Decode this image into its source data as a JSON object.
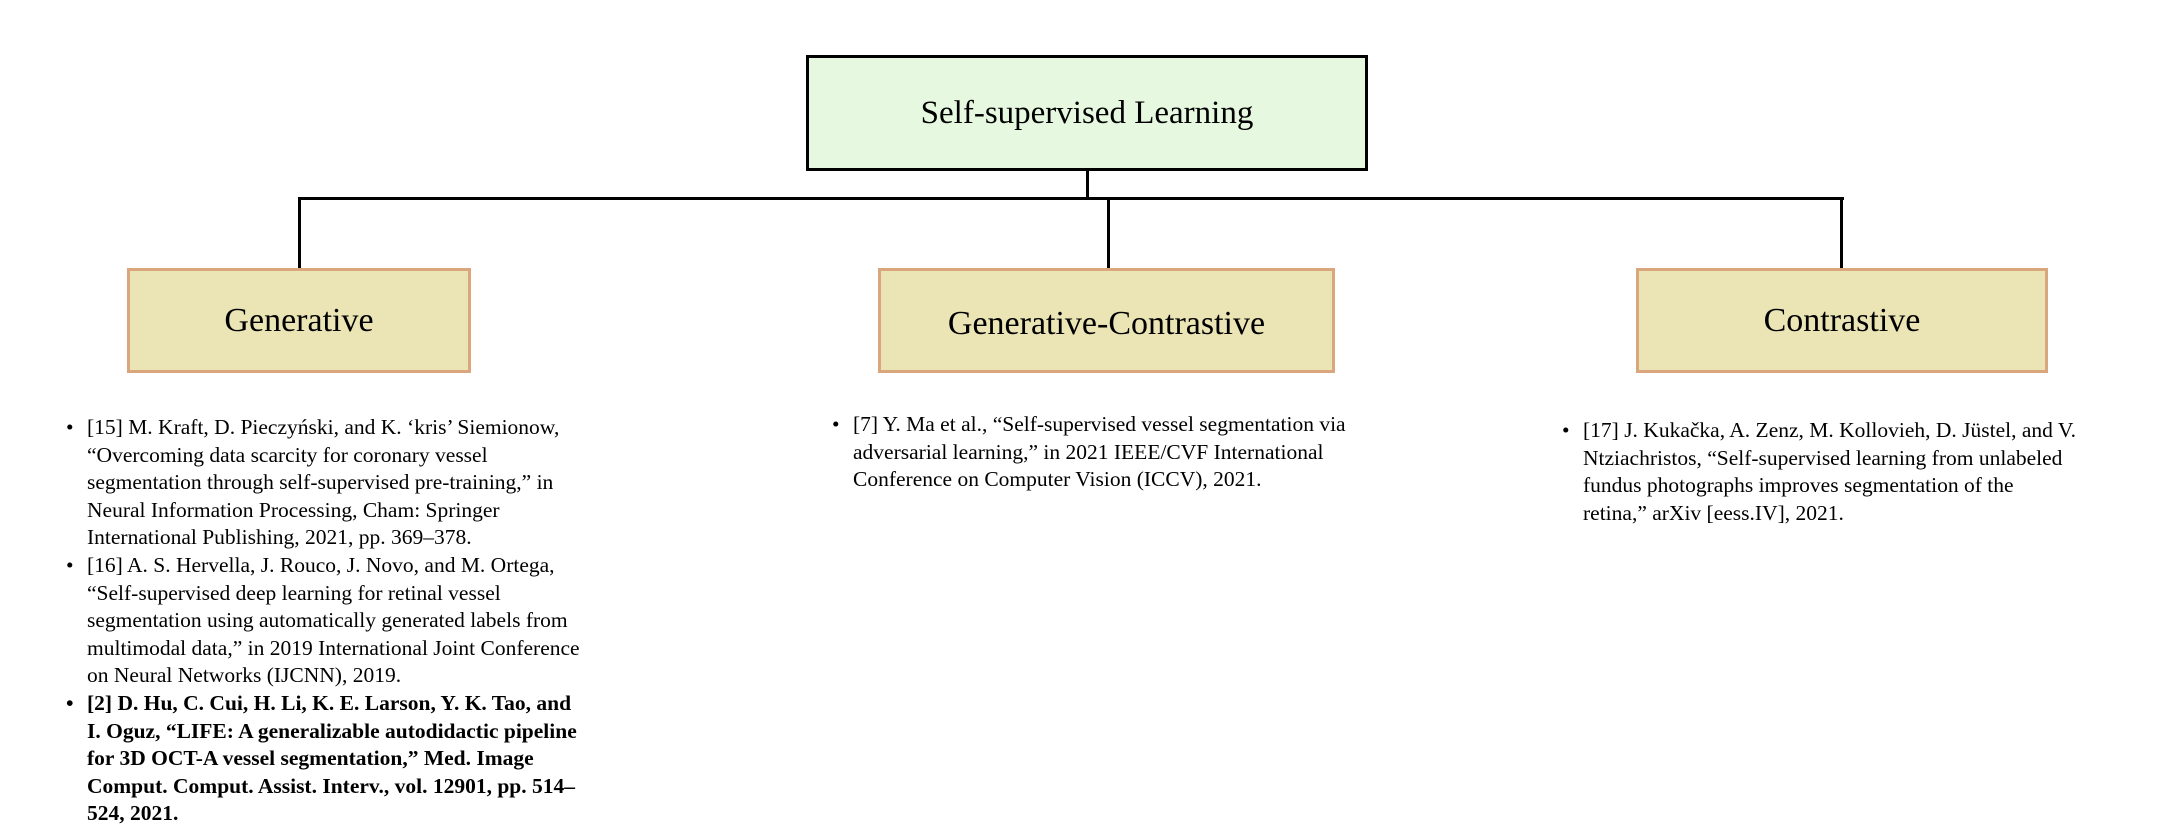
{
  "root": {
    "label": "Self-supervised Learning"
  },
  "categories": [
    {
      "label": "Generative",
      "references": [
        {
          "bold": false,
          "lines": [
            "[15] M. Kraft, D. Pieczyński, and K. ‘kris’ Siemionow,",
            "“Overcoming data scarcity for coronary vessel",
            "segmentation through self-supervised pre-training,” in",
            "Neural Information Processing, Cham: Springer",
            "International Publishing, 2021, pp. 369–378."
          ]
        },
        {
          "bold": false,
          "lines": [
            "[16] A. S. Hervella, J. Rouco, J. Novo, and M. Ortega,",
            "“Self-supervised deep learning for retinal vessel",
            "segmentation using automatically generated labels from",
            "multimodal data,” in 2019 International Joint Conference",
            "on Neural Networks (IJCNN), 2019."
          ]
        },
        {
          "bold": true,
          "lines": [
            "[2] D. Hu, C. Cui, H. Li, K. E. Larson, Y. K. Tao, and",
            "I. Oguz, “LIFE: A generalizable autodidactic pipeline",
            "for 3D OCT-A vessel segmentation,” Med. Image",
            "Comput. Comput. Assist. Interv., vol. 12901, pp. 514–",
            "524, 2021."
          ]
        }
      ]
    },
    {
      "label": "Generative-Contrastive",
      "references": [
        {
          "bold": false,
          "lines": [
            "[7] Y. Ma et al., “Self-supervised vessel segmentation via",
            "adversarial learning,” in 2021 IEEE/CVF International",
            "Conference on Computer Vision (ICCV), 2021."
          ]
        }
      ]
    },
    {
      "label": "Contrastive",
      "references": [
        {
          "bold": false,
          "lines": [
            "[17] J. Kukačka, A. Zenz, M. Kollovieh, D. Jüstel, and V.",
            "Ntziachristos, “Self-supervised learning from unlabeled",
            "fundus photographs improves segmentation of the",
            "retina,” arXiv [eess.IV], 2021."
          ]
        }
      ]
    }
  ]
}
